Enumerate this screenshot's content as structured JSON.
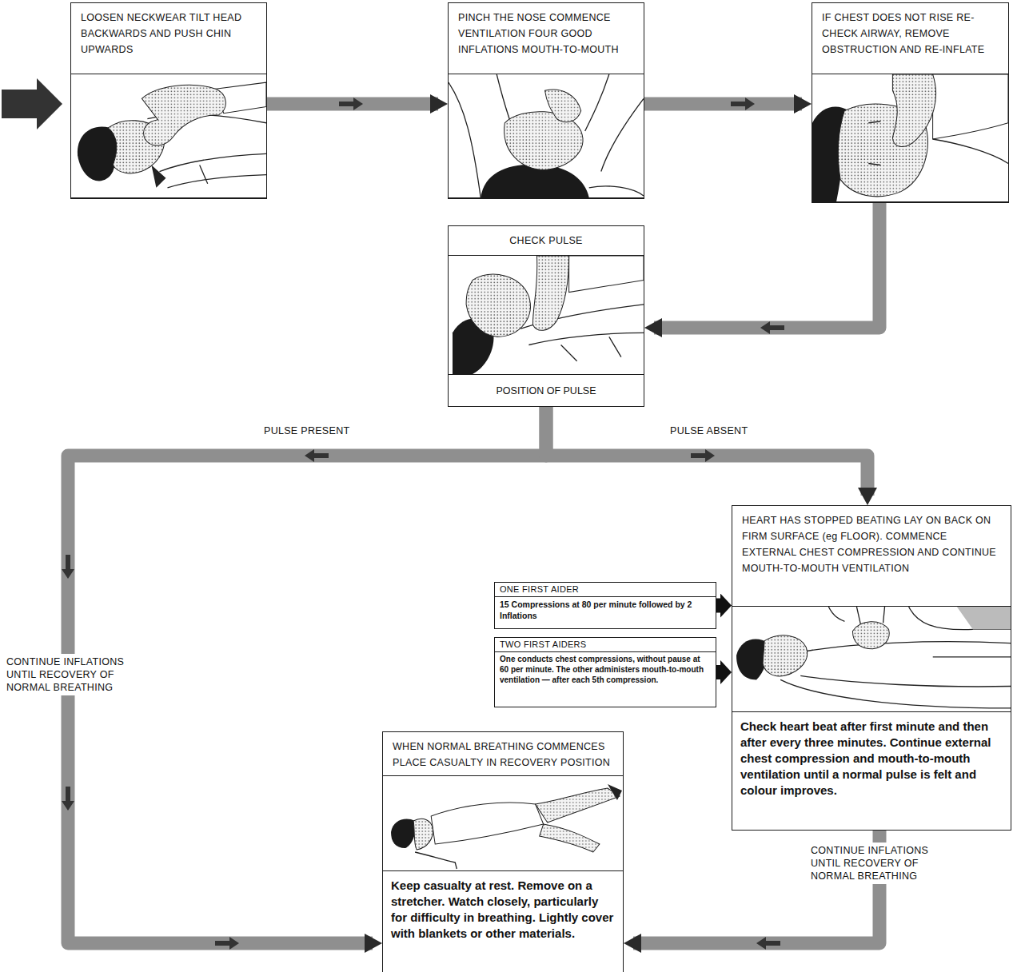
{
  "diagram": {
    "nodes": [
      {
        "text": [
          "LOOSEN NECKWEAR TILT HEAD BACKWARDS AND PUSH CHIN UPWARDS"
        ]
      },
      {
        "text": [
          "PINCH THE NOSE COMMENCE VENTILATION FOUR GOOD INFLATIONS MOUTH-TO-MOUTH"
        ]
      },
      {
        "text": [
          "IF CHEST DOES NOT RISE RE-CHECK AIRWAY, REMOVE OBSTRUCTION AND RE-INFLATE"
        ]
      },
      {
        "text": [
          "CHECK PULSE",
          "POSITION OF PULSE"
        ]
      },
      {
        "text": [
          "HEART HAS STOPPED BEATING LAY ON BACK ON FIRM SURFACE (eg FLOOR). COMMENCE EXTERNAL CHEST COMPRESSION AND CONTINUE MOUTH-TO-MOUTH VENTILATION",
          "Check heart beat after first minute and then after every three minutes. Continue external chest compression and mouth-to-mouth ventilation until a normal pulse is felt and colour improves."
        ]
      },
      {
        "text": [
          "ONE FIRST AIDER",
          "15 Compressions at 80 per minute followed by 2 Inflations"
        ]
      },
      {
        "text": [
          "TWO FIRST AIDERS",
          "One conducts chest compressions, without pause at 60 per minute. The other administers mouth-to-mouth ventilation — after each 5th compression."
        ]
      },
      {
        "text": [
          "WHEN NORMAL BREATHING COMMENCES PLACE CASUALTY IN RECOVERY POSITION",
          "Keep casualty at rest. Remove on a stretcher. Watch closely, particularly for difficulty in breathing. Lightly cover with blankets or other materials."
        ]
      }
    ],
    "edges": [
      {
        "from": 0,
        "to": 1,
        "arrow": "to"
      },
      {
        "from": 1,
        "to": 2,
        "arrow": "to"
      },
      {
        "from": 2,
        "to": 3,
        "arrow": "to"
      },
      {
        "from": 3,
        "to": 7,
        "label": "PULSE PRESENT",
        "arrow": "to"
      },
      {
        "from": 3,
        "to": 4,
        "label": "PULSE ABSENT",
        "arrow": "to"
      },
      {
        "from": 4,
        "to": 7,
        "label": "CONTINUE INFLATIONS UNTIL RECOVERY OF NORMAL BREATHING",
        "arrow": "to"
      },
      {
        "from": 5,
        "to": 4,
        "arrow": "to"
      },
      {
        "from": 6,
        "to": 4,
        "arrow": "to"
      }
    ],
    "labels": [
      "CONTINUE INFLATIONS UNTIL RECOVERY OF NORMAL BREATHING"
    ]
  }
}
